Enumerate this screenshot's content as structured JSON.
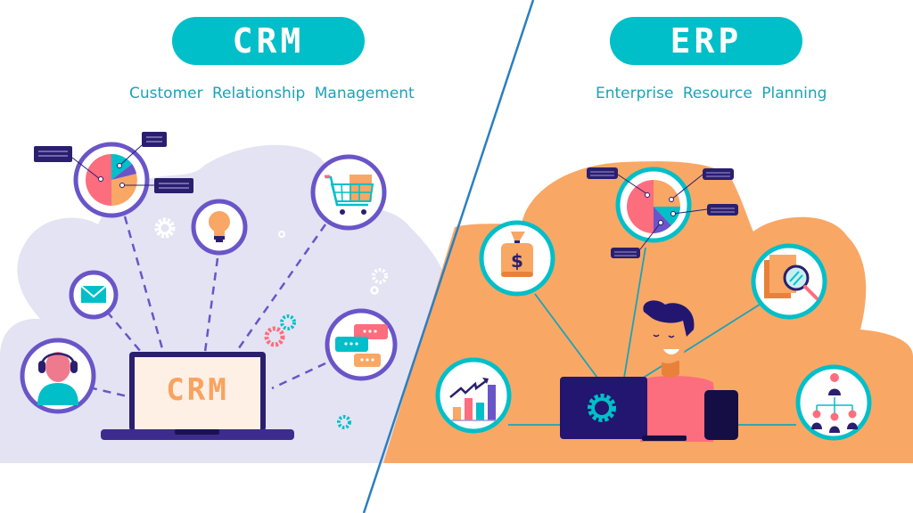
{
  "crm": {
    "badge": "CRM",
    "subtitle": "Customer Relationship Management",
    "laptop_screen_text": "CRM",
    "icons": [
      "pie-chart-icon",
      "lightbulb-icon",
      "shopping-cart-icon",
      "email-icon",
      "chat-bubbles-icon",
      "customer-support-headset-icon",
      "gear-icon"
    ],
    "colors": {
      "cloud": "#e4e3f3",
      "ring": "#6a55c8",
      "dash": "#6a55c8",
      "screen": "#fff0e6",
      "screen_text": "#f9a35f",
      "laptop": "#2a1f6e"
    }
  },
  "erp": {
    "badge": "ERP",
    "subtitle": "Enterprise Resource Planning",
    "icons": [
      "pie-chart-icon",
      "money-bag-icon",
      "document-search-icon",
      "growth-bar-chart-icon",
      "org-chart-icon",
      "gear-icon",
      "person-at-laptop"
    ],
    "colors": {
      "cloud": "#f9a765",
      "ring": "#00bfc8",
      "line": "#1aa3b8",
      "laptop": "#231670",
      "gear": "#00bfc8"
    }
  },
  "divider_color": "#2a7fc1",
  "badge_color": "#00bfc8",
  "subtitle_color": "#1aa3b8"
}
